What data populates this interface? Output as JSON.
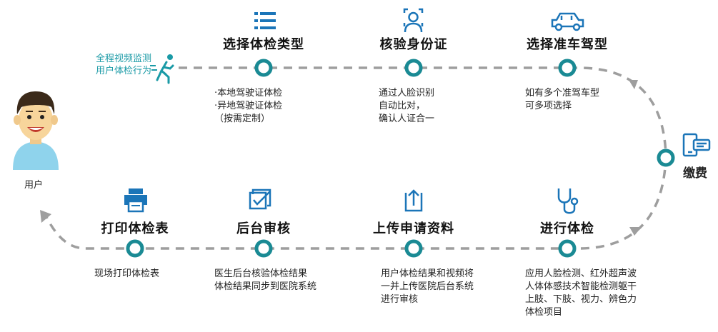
{
  "colors": {
    "teal": "#1a8a94",
    "monitor_text": "#1a9aa6",
    "dash": "#9e9e9e",
    "icon_blue": "#1b75b8"
  },
  "monitor_label": [
    "全程视频监测",
    "用户体检行为"
  ],
  "user_label": "用户",
  "pay_label": "缴费",
  "steps": [
    {
      "title": "选择体检类型",
      "icon": "list-icon",
      "desc": [
        "·本地驾驶证体检",
        "·异地驾驶证体检",
        "（按需定制）"
      ]
    },
    {
      "title": "核验身份证",
      "icon": "face-scan-icon",
      "desc": [
        "通过人脸识别",
        "自动比对，",
        "确认人证合一"
      ]
    },
    {
      "title": "选择准车驾型",
      "icon": "car-icon",
      "desc": [
        "如有多个准驾车型",
        "可多项选择"
      ]
    },
    {
      "title": "进行体检",
      "icon": "stethoscope-icon",
      "desc": [
        "应用人脸检测、红外超声波",
        "人体体感技术智能检测躯干",
        "上肢、下肢、视力、辨色力",
        "体检项目"
      ]
    },
    {
      "title": "上传申请资料",
      "icon": "upload-icon",
      "desc": [
        "用户体检结果和视频将",
        "一并上传医院后台系统",
        "进行审核"
      ]
    },
    {
      "title": "后台审核",
      "icon": "checklist-icon",
      "desc": [
        "医生后台核验体检结果",
        "体检结果同步到医院系统"
      ]
    },
    {
      "title": "打印体检表",
      "icon": "printer-icon",
      "desc": [
        "现场打印体检表"
      ]
    }
  ],
  "icons": {
    "runner": "runner-icon",
    "user": "user-avatar-icon",
    "pay": "phone-payment-icon"
  }
}
